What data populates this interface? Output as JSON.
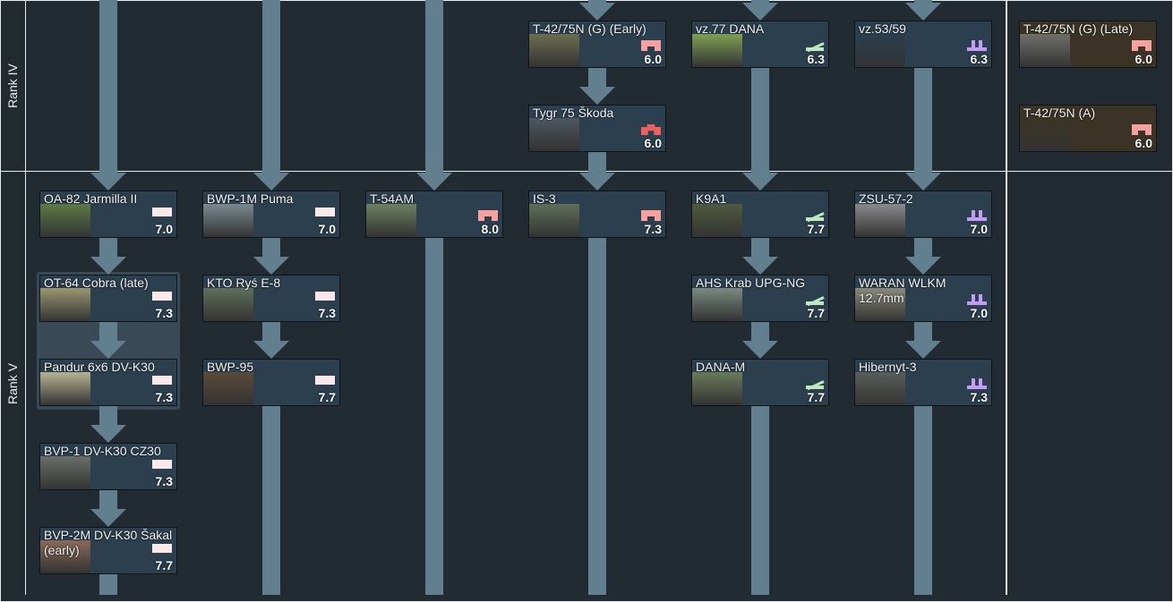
{
  "ranks": [
    {
      "label": "Rank IV"
    },
    {
      "label": "Rank V"
    }
  ],
  "colors": {
    "light": "#fbe9ea",
    "medium": "#f6a0a0",
    "heavy": "#f06060",
    "spg": "#bfe8bc",
    "spaa": "#c49cf4",
    "line": "#617f8f"
  },
  "vehicles": [
    {
      "name": "T-42/75N (G) (Early)",
      "br": "6.0",
      "type": "medium",
      "col": 3,
      "row": 0,
      "img": "#6b6e50"
    },
    {
      "name": "Tygr 75 Škoda",
      "br": "6.0",
      "type": "heavy",
      "col": 3,
      "row": 1,
      "img": "#4d5860"
    },
    {
      "name": "vz.77 DANA",
      "br": "6.3",
      "type": "spg",
      "col": 4,
      "row": 0,
      "img": "#7fa055"
    },
    {
      "name": "vz.53/59",
      "br": "6.3",
      "type": "spaa",
      "col": 5,
      "row": 0,
      "img": "#2b3f4e"
    },
    {
      "name": "T-42/75N (G) (Late)",
      "br": "6.0",
      "type": "medium",
      "col": 6,
      "row": 0,
      "premium": true,
      "img": "#6f6f6a"
    },
    {
      "name": "T-42/75N (A)",
      "br": "6.0",
      "type": "medium",
      "col": 6,
      "row": 1,
      "premium": true,
      "img": "#3b3426"
    },
    {
      "name": "OA-82 Jarmilla II",
      "br": "7.0",
      "type": "light",
      "col": 0,
      "row": 2,
      "img": "#5c7a45"
    },
    {
      "name": "OT-64 Cobra (late)",
      "br": "7.3",
      "type": "light",
      "col": 0,
      "row": 3,
      "img": "#9a9672"
    },
    {
      "name": "Pandur 6x6 DV-K30",
      "br": "7.3",
      "type": "light",
      "col": 0,
      "row": 4,
      "img": "#b7b295"
    },
    {
      "name": "BVP-1 DV-K30 CZ30",
      "br": "7.3",
      "type": "light",
      "col": 0,
      "row": 5,
      "img": "#6a6f6a"
    },
    {
      "name": "BVP-2M DV-K30 Šakal (early)",
      "br": "7.7",
      "type": "light",
      "col": 0,
      "row": 6,
      "img": "#8a6a5a"
    },
    {
      "name": "BWP-1M Puma",
      "br": "7.0",
      "type": "light",
      "col": 1,
      "row": 2,
      "img": "#7a8a90"
    },
    {
      "name": "KTO Ryś E-8",
      "br": "7.3",
      "type": "light",
      "col": 1,
      "row": 3,
      "img": "#5f6f5a"
    },
    {
      "name": "BWP-95",
      "br": "7.7",
      "type": "light",
      "col": 1,
      "row": 4,
      "img": "#5a4a3a"
    },
    {
      "name": "T-54AM",
      "br": "8.0",
      "type": "medium",
      "col": 2,
      "row": 2,
      "img": "#6d8060"
    },
    {
      "name": "IS-3",
      "br": "7.3",
      "type": "medium",
      "col": 3,
      "row": 2,
      "img": "#5e6e5a"
    },
    {
      "name": "K9A1",
      "br": "7.7",
      "type": "spg",
      "col": 4,
      "row": 2,
      "img": "#4f5a3e"
    },
    {
      "name": "AHS Krab UPG-NG",
      "br": "7.7",
      "type": "spg",
      "col": 4,
      "row": 3,
      "img": "#7a8a80"
    },
    {
      "name": "DANA-M",
      "br": "7.7",
      "type": "spg",
      "col": 4,
      "row": 4,
      "img": "#6a7a5a"
    },
    {
      "name": "ZSU-57-2",
      "br": "7.0",
      "type": "spaa",
      "col": 5,
      "row": 2,
      "img": "#8a8a8a"
    },
    {
      "name": "WARAN WLKM 12.7mm",
      "br": "7.0",
      "type": "spaa",
      "col": 5,
      "row": 3,
      "img": "#8a8a7a"
    },
    {
      "name": "Hibernyt-3",
      "br": "7.3",
      "type": "spaa",
      "col": 5,
      "row": 4,
      "img": "#5a5e5a"
    }
  ]
}
